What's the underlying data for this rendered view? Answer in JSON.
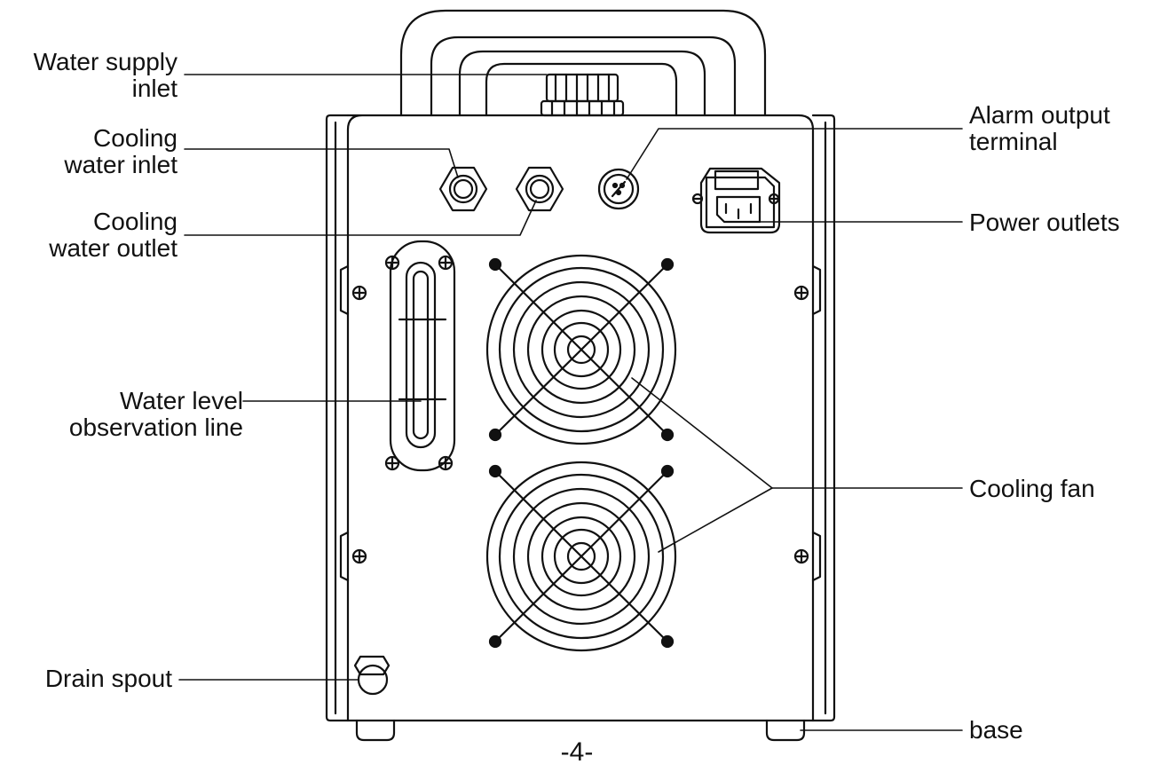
{
  "labels": {
    "water_supply_inlet": [
      "Water supply",
      "inlet"
    ],
    "cooling_water_inlet": [
      "Cooling",
      "water inlet"
    ],
    "cooling_water_outlet": [
      "Cooling",
      "water outlet"
    ],
    "water_level_line": [
      "Water level",
      "observation line"
    ],
    "drain_spout": [
      "Drain spout"
    ],
    "alarm_output_terminal": [
      "Alarm output",
      "terminal"
    ],
    "power_outlets": [
      "Power outlets"
    ],
    "cooling_fan": [
      "Cooling fan"
    ],
    "base": [
      "base"
    ]
  },
  "page_number": "-4-"
}
